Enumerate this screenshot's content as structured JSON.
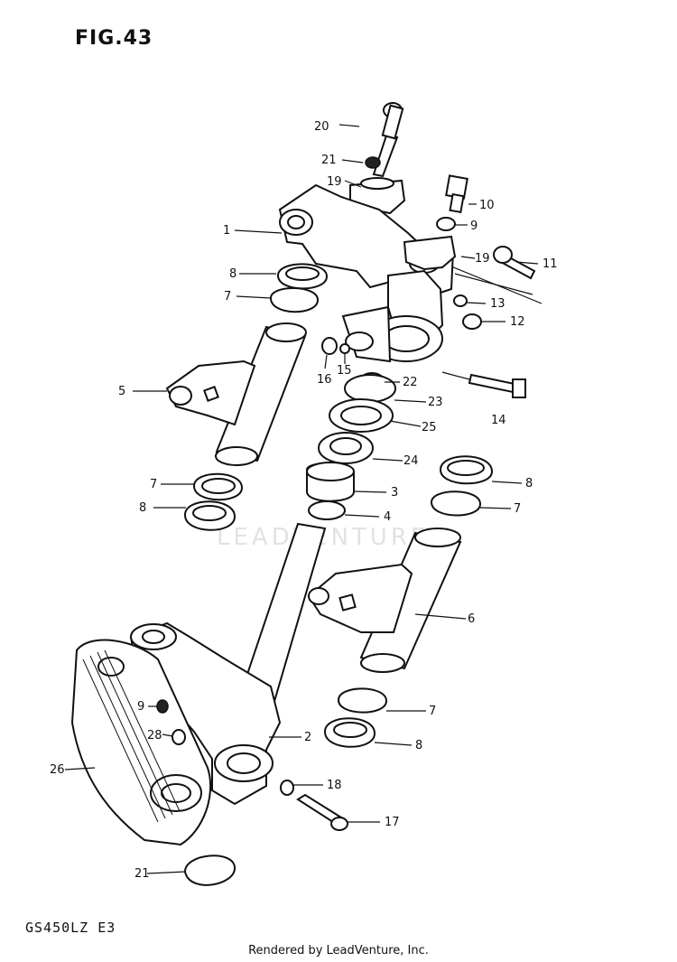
{
  "figure": {
    "title": "FIG.43",
    "model_code": "GS450LZ E3",
    "watermark": "LEADVENTURE"
  },
  "footer": {
    "text": "Rendered by LeadVenture, Inc."
  },
  "callouts": {
    "c1": "1",
    "c2": "2",
    "c3": "3",
    "c4": "4",
    "c5": "5",
    "c6": "6",
    "c7a": "7",
    "c7b": "7",
    "c7c": "7",
    "c7d": "7",
    "c8a": "8",
    "c8b": "8",
    "c8c": "8",
    "c8d": "8",
    "c9a": "9",
    "c9b": "9",
    "c10": "10",
    "c11": "11",
    "c12": "12",
    "c13": "13",
    "c14": "14",
    "c15": "15",
    "c16": "16",
    "c17": "17",
    "c18": "18",
    "c19a": "19",
    "c19b": "19",
    "c20": "20",
    "c21a": "21",
    "c21b": "21",
    "c22": "22",
    "c23": "23",
    "c24": "24",
    "c25": "25",
    "c26": "26",
    "c28": "28"
  }
}
